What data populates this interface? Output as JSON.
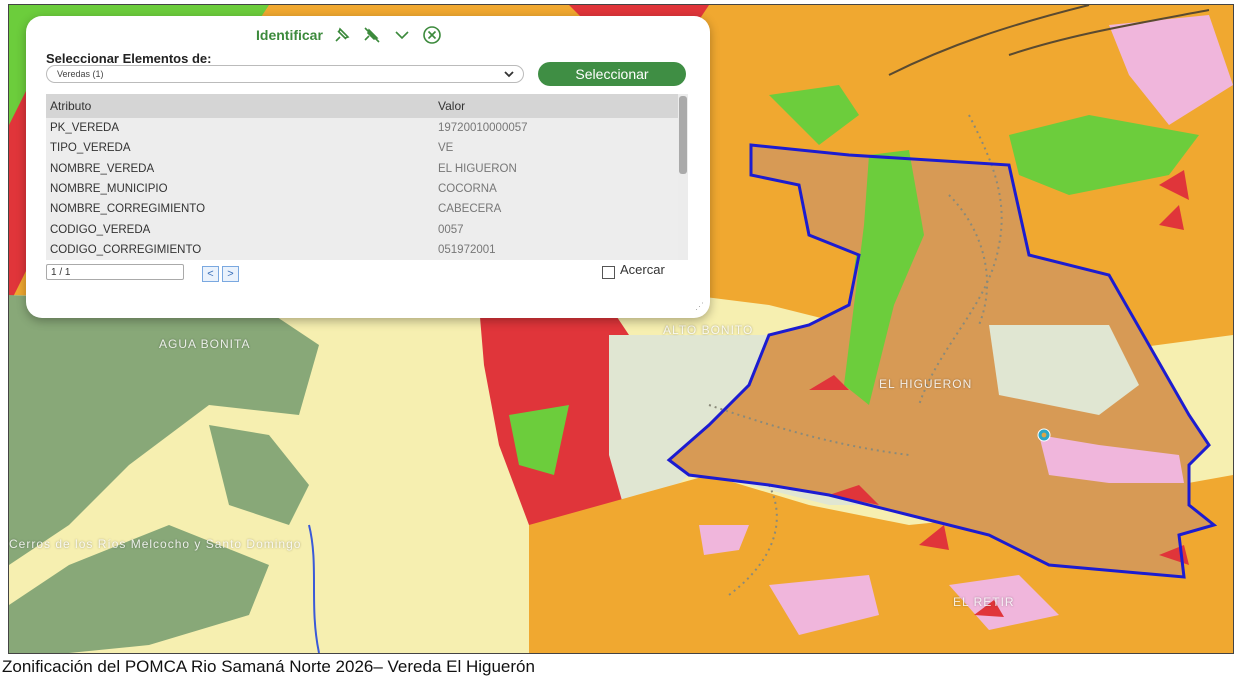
{
  "identify_panel": {
    "title": "Identificar",
    "icons": [
      "pin-icon",
      "unpin-icon",
      "chevron-down-icon",
      "close-circle-icon"
    ],
    "select_label": "Seleccionar Elementos de:",
    "layer_select": {
      "value": "Veredas (1)"
    },
    "select_button": "Seleccionar",
    "table": {
      "headers": [
        "Atributo",
        "Valor"
      ],
      "rows": [
        {
          "attribute": "PK_VEREDA",
          "value": "19720010000057"
        },
        {
          "attribute": "TIPO_VEREDA",
          "value": "VE"
        },
        {
          "attribute": "NOMBRE_VEREDA",
          "value": "EL HIGUERON"
        },
        {
          "attribute": "NOMBRE_MUNICIPIO",
          "value": "COCORNA"
        },
        {
          "attribute": "NOMBRE_CORREGIMIENTO",
          "value": "CABECERA"
        },
        {
          "attribute": "CODIGO_VEREDA",
          "value": "0057"
        },
        {
          "attribute": "CODIGO_CORREGIMIENTO",
          "value": "051972001"
        }
      ]
    },
    "pagination": {
      "value": "1 / 1",
      "prev_label": "<",
      "next_label": ">"
    },
    "zoom_label": "Acercar",
    "zoom_checked": false
  },
  "map": {
    "labels": [
      "AGUA BONITA",
      "ALTO BONITO",
      "EL HIGUERON",
      "EL RETIR",
      "Cerros de los Ríos Melcocho y Santo Domingo"
    ],
    "colors": {
      "orange": "#f0a830",
      "tan": "#d79a55",
      "green": "#6ccd3c",
      "sage": "#88a878",
      "red": "#e0353a",
      "pink": "#f0b6dc",
      "pale": "#e0e6d2",
      "yellow": "#f6efb0",
      "boundary": "#1c1cd0"
    }
  },
  "caption": "Zonificación del POMCA Rio Samaná Norte 2026– Vereda El Higuerón"
}
